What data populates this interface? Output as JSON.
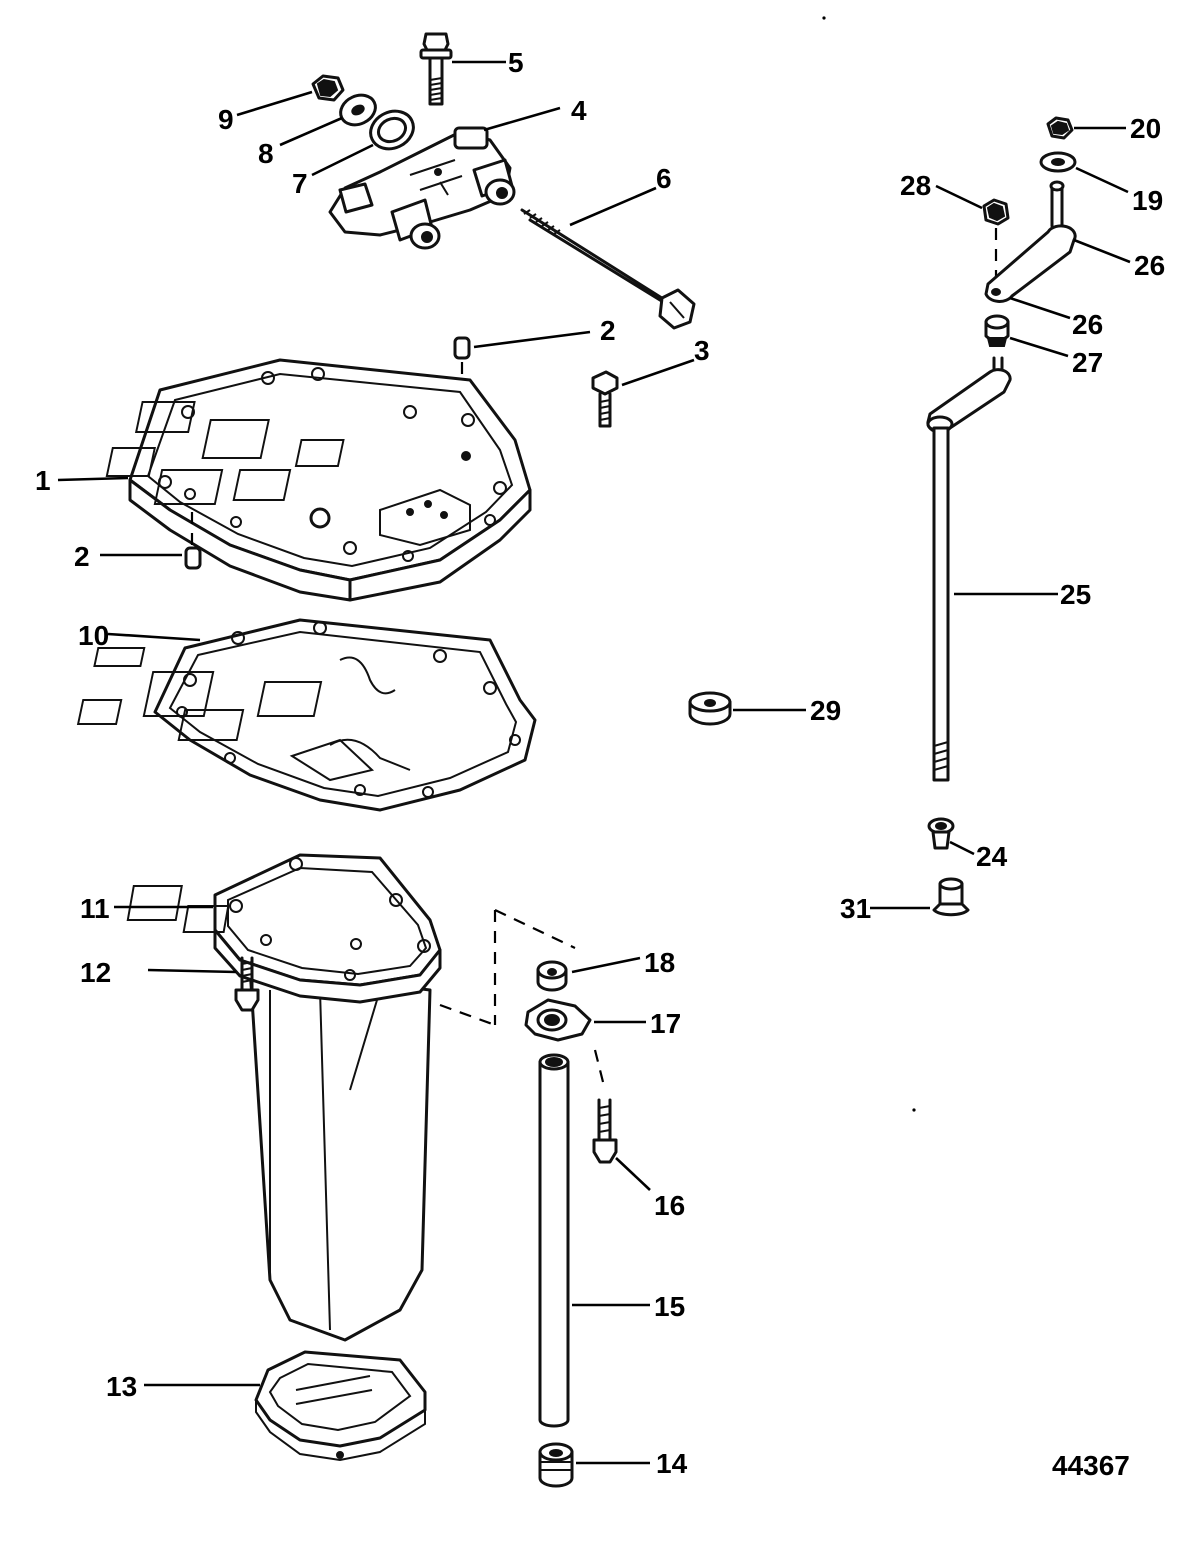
{
  "figure_number": "44367",
  "callouts": {
    "c1": "1",
    "c2a": "2",
    "c2b": "2",
    "c3": "3",
    "c4": "4",
    "c5": "5",
    "c6": "6",
    "c7": "7",
    "c8": "8",
    "c9": "9",
    "c10": "10",
    "c11": "11",
    "c12": "12",
    "c13": "13",
    "c14": "14",
    "c15": "15",
    "c16": "16",
    "c17": "17",
    "c18": "18",
    "c19": "19",
    "c20": "20",
    "c24": "24",
    "c25": "25",
    "c26a": "26",
    "c26b": "26",
    "c27": "27",
    "c28": "28",
    "c29": "29",
    "c31": "31"
  }
}
